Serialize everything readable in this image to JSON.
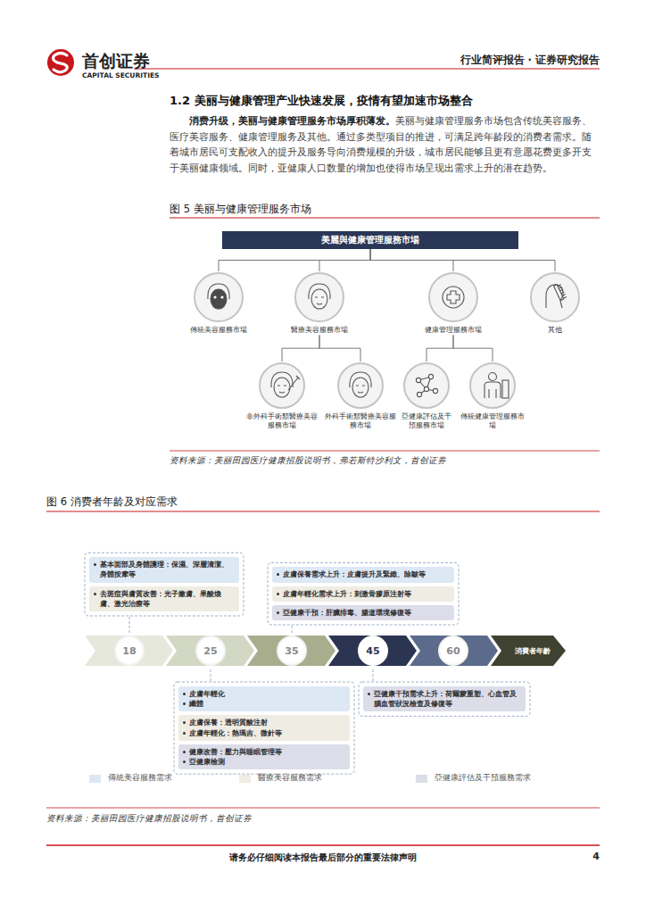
{
  "diagram": {
    "title": "1.2 美丽与健康管理产业快速发展，疫情有望加速市场整合",
    "caption": "图 5 美丽与健康管理服务市场",
    "nodes": [
      {
        "text": [
          "美麗與健康管理服務市場"
        ]
      },
      {
        "text": [
          "傳統美容服務市場"
        ]
      },
      {
        "text": [
          "醫療美容服務市場"
        ]
      },
      {
        "text": [
          "健康管理服務市場"
        ]
      },
      {
        "text": [
          "其他"
        ]
      },
      {
        "text": [
          "非外科手術類醫療美容服務市場"
        ]
      },
      {
        "text": [
          "外科手術類醫療美容服務市場"
        ]
      },
      {
        "text": [
          "亞健康評估及干預服務市場"
        ]
      },
      {
        "text": [
          "傳統健康管理服務市場"
        ]
      },
      {
        "text": [
          "基本面部及身體護理：保濕、深層清潔、身體按摩等"
        ]
      },
      {
        "text": [
          "去斑痘與膚質改善：光子嫩膚、果酸煥膚、激光治療等"
        ]
      },
      {
        "text": [
          "皮膚保養需求上升：皮膚提升及緊緻、除皺等"
        ]
      },
      {
        "text": [
          "皮膚年輕化需求上升：刺激骨膠原注射等"
        ]
      },
      {
        "text": [
          "亞健康干預：肝臟排毒、腸道環境修復等"
        ]
      },
      {
        "text": [
          "18"
        ]
      },
      {
        "text": [
          "25"
        ]
      },
      {
        "text": [
          "35"
        ]
      },
      {
        "text": [
          "45"
        ]
      },
      {
        "text": [
          "60"
        ]
      },
      {
        "text": [
          "消費者年齡"
        ]
      },
      {
        "text": [
          "皮膚年輕化",
          "纖體"
        ]
      },
      {
        "text": [
          "皮膚保養：透明質酸注射",
          "皮膚年輕化：熱瑪吉、微針等"
        ]
      },
      {
        "text": [
          "健康改善：壓力與睡眠管理等",
          "亞健康檢測"
        ]
      },
      {
        "text": [
          "亞健康干預需求上升：荷爾蒙重塑、心血管及腦血管狀況檢查及修復等"
        ]
      }
    ],
    "edges": [
      {
        "from": 0,
        "to": 1,
        "arrow": "none"
      },
      {
        "from": 0,
        "to": 2,
        "arrow": "none"
      },
      {
        "from": 0,
        "to": 3,
        "arrow": "none"
      },
      {
        "from": 0,
        "to": 4,
        "arrow": "none"
      },
      {
        "from": 2,
        "to": 5,
        "arrow": "none"
      },
      {
        "from": 2,
        "to": 6,
        "arrow": "none"
      },
      {
        "from": 3,
        "to": 7,
        "arrow": "none"
      },
      {
        "from": 3,
        "to": 8,
        "arrow": "none"
      }
    ],
    "labels": [
      "首创证券",
      "CAPITAL SECURITIES",
      "行业简评报告 · 证券研究报告",
      "消费升级，美丽与健康管理服务市场厚积薄发。",
      "美丽与健康管理服务市场包含传统美容服务、医疗美容服务、健康管理服务及其他。通过多类型项目的推进，可满足跨年龄段的消费者需求。随着城市居民可支配收入的提升及服务导向消费规模的升级，城市居民能够且更有意愿花费更多开支于美丽健康领域。同时，亚健康人口数量的增加也使得市场呈现出需求上升的潜在趋势。",
      "资料来源：美丽田园医疗健康招股说明书，弗若斯特沙利文，首创证券",
      "图 6 消费者年龄及对应需求",
      "资料来源：美丽田园医疗健康招股说明书，首创证券",
      "请务必仔细阅读本报告最后部分的重要法律声明",
      "4"
    ],
    "legend": [
      {
        "text": "傳統美容服務需求",
        "color": "#dde8f5"
      },
      {
        "text": "醫療美容服務需求",
        "color": "#eeece3"
      },
      {
        "text": "亞健康評估及干預服務需求",
        "color": "#dcdde9"
      }
    ]
  }
}
